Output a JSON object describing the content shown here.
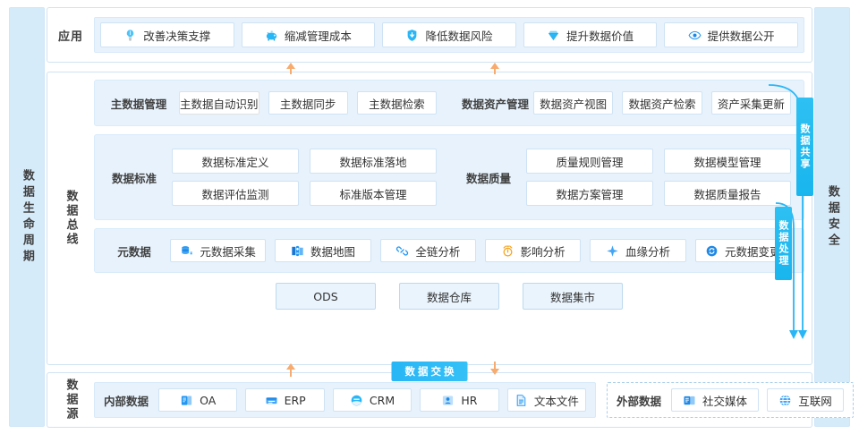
{
  "sides": {
    "left_label": "数据生命周期",
    "right_label": "数据安全"
  },
  "application": {
    "label": "应用",
    "items": [
      {
        "label": "改善决策支撑",
        "icon": "lightbulb-icon"
      },
      {
        "label": "缩减管理成本",
        "icon": "piggybank-icon"
      },
      {
        "label": "降低数据风险",
        "icon": "shield-icon"
      },
      {
        "label": "提升数据价值",
        "icon": "diamond-icon"
      },
      {
        "label": "提供数据公开",
        "icon": "eye-icon"
      }
    ]
  },
  "bus": {
    "label": "数据总线",
    "master_data": {
      "title": "主数据管理",
      "items": [
        "主数据自动识别",
        "主数据同步",
        "主数据检索"
      ]
    },
    "data_assets": {
      "title": "数据资产管理",
      "items": [
        "数据资产视图",
        "数据资产检索",
        "资产采集更新"
      ]
    },
    "data_standard": {
      "title": "数据标准",
      "items": [
        "数据标准定义",
        "数据标准落地",
        "数据评估监测",
        "标准版本管理"
      ]
    },
    "data_quality": {
      "title": "数据质量",
      "items": [
        "质量规则管理",
        "数据模型管理",
        "数据方案管理",
        "数据质量报告"
      ]
    },
    "metadata": {
      "title": "元数据",
      "items": [
        {
          "label": "元数据采集",
          "icon": "database-icon"
        },
        {
          "label": "数据地图",
          "icon": "map-icon"
        },
        {
          "label": "全链分析",
          "icon": "link-icon"
        },
        {
          "label": "影响分析",
          "icon": "alarm-icon"
        },
        {
          "label": "血缘分析",
          "icon": "node-icon"
        },
        {
          "label": "元数据变更",
          "icon": "refresh-icon"
        }
      ]
    },
    "storage": [
      "ODS",
      "数据仓库",
      "数据集市"
    ],
    "tabs": [
      {
        "label": "数据共享"
      },
      {
        "label": "数据处理"
      }
    ]
  },
  "exchange_badge": "数据交换",
  "data_source": {
    "label": "数据源",
    "internal": {
      "title": "内部数据",
      "items": [
        {
          "label": "OA",
          "icon": "oa-icon"
        },
        {
          "label": "ERP",
          "icon": "erp-icon"
        },
        {
          "label": "CRM",
          "icon": "crm-icon"
        },
        {
          "label": "HR",
          "icon": "hr-icon"
        },
        {
          "label": "文本文件",
          "icon": "file-icon"
        }
      ]
    },
    "external": {
      "title": "外部数据",
      "items": [
        {
          "label": "社交媒体",
          "icon": "social-icon"
        },
        {
          "label": "互联网",
          "icon": "globe-icon"
        }
      ]
    }
  },
  "colors": {
    "accent_blue": "#29b6f6",
    "panel_blue": "#e7f2fc",
    "sidebar_blue": "#d6ebf9",
    "border_blue": "#cfe3f2",
    "arrow_orange": "#f8ab6e"
  }
}
